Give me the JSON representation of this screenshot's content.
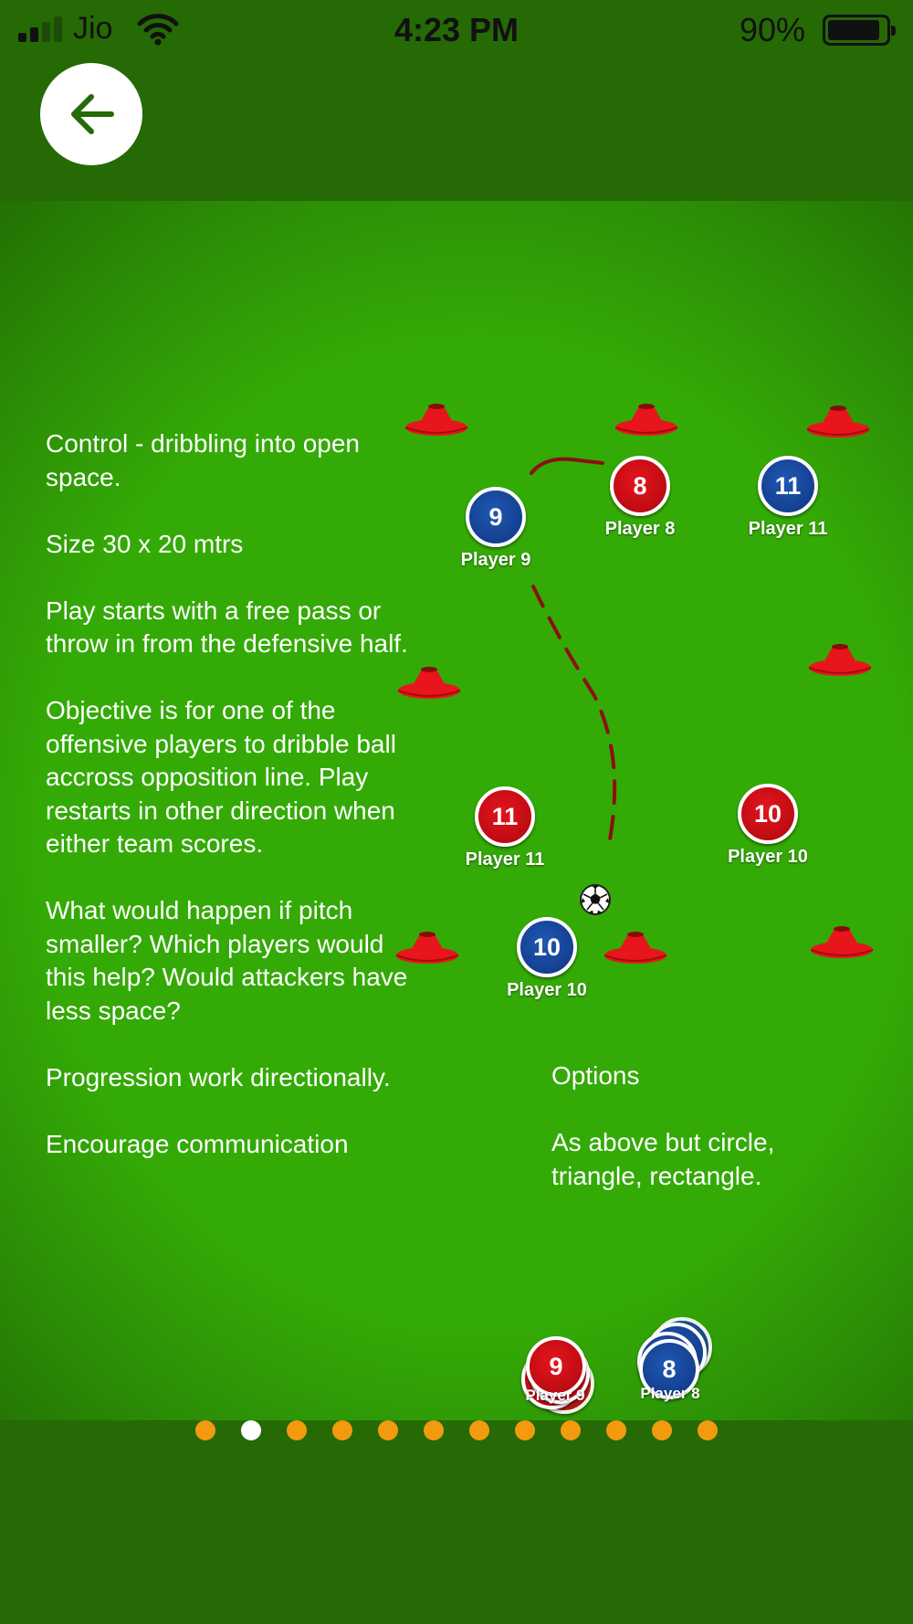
{
  "status_bar": {
    "carrier": "Jio",
    "time": "4:23 PM",
    "battery_percent": "90%",
    "battery_level": 0.9,
    "signal_bars": 2,
    "signal_total": 4
  },
  "colors": {
    "pitch_green": "#34aa06",
    "header_green": "#256a05",
    "cone_red": "#e8151c",
    "team_red": "#d9101a",
    "team_blue": "#174aa6",
    "pager_dot": "#f39a0f",
    "pager_dot_active": "#ffffff",
    "pass_line": "#8b1010"
  },
  "icons": {
    "back": "arrow-left-icon",
    "signal": "cellular-signal-icon",
    "wifi": "wifi-icon",
    "battery": "battery-icon",
    "ball": "soccer-ball-icon",
    "cone": "training-cone-icon"
  },
  "description": {
    "paragraphs": [
      "Control - dribbling into open space.",
      "Size 30 x 20 mtrs",
      "Play starts with a free pass or throw in from the defensive half.",
      "Objective is for one of the offensive players to dribble ball accross opposition line. Play restarts in other direction when either team scores.",
      "What would happen if pitch smaller? Which players would this help? Would attackers have less space?",
      "Progression work directionally.",
      "Encourage communication"
    ]
  },
  "options": {
    "title": "Options",
    "body": "As above but circle, triangle, rectangle."
  },
  "players": [
    {
      "team": "blue",
      "number": "9",
      "label": "Player 9"
    },
    {
      "team": "red",
      "number": "8",
      "label": "Player 8"
    },
    {
      "team": "blue",
      "number": "11",
      "label": "Player 11"
    },
    {
      "team": "red",
      "number": "11",
      "label": "Player 11"
    },
    {
      "team": "red",
      "number": "10",
      "label": "Player 10"
    },
    {
      "team": "blue",
      "number": "10",
      "label": "Player 10"
    }
  ],
  "bench": {
    "red": {
      "number": "9",
      "label": "Player 9"
    },
    "blue": {
      "number": "8",
      "label": "Player 8"
    }
  },
  "pager": {
    "count": 12,
    "active_index": 1
  }
}
